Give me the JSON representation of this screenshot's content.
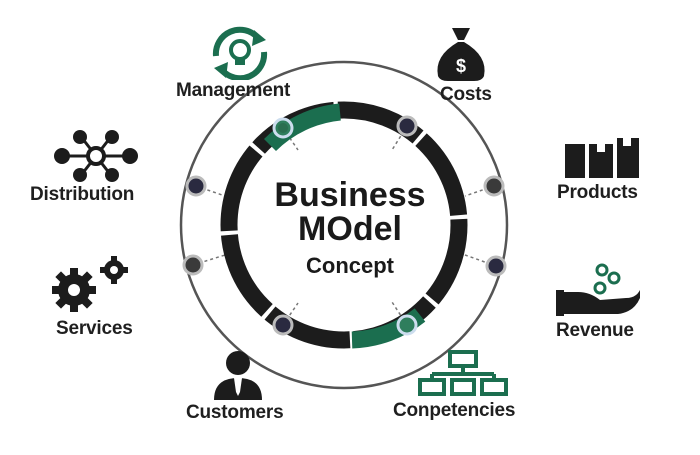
{
  "center": {
    "line1": "Business",
    "line2": "MOdel",
    "line3": "Concept"
  },
  "colors": {
    "dark": "#1c1c1c",
    "green": "#1b6e4f",
    "ring_line": "#555555",
    "node_fill": "#3a3a55"
  },
  "items": [
    {
      "label": "Management",
      "icon": "lightbulb-cycle-icon"
    },
    {
      "label": "Costs",
      "icon": "money-bag-icon"
    },
    {
      "label": "Products",
      "icon": "boxes-icon"
    },
    {
      "label": "Revenue",
      "icon": "hand-coins-icon"
    },
    {
      "label": "Conpetencies",
      "icon": "org-chart-icon"
    },
    {
      "label": "Customers",
      "icon": "person-icon"
    },
    {
      "label": "Services",
      "icon": "gears-icon"
    },
    {
      "label": "Distribution",
      "icon": "network-hub-icon"
    }
  ]
}
